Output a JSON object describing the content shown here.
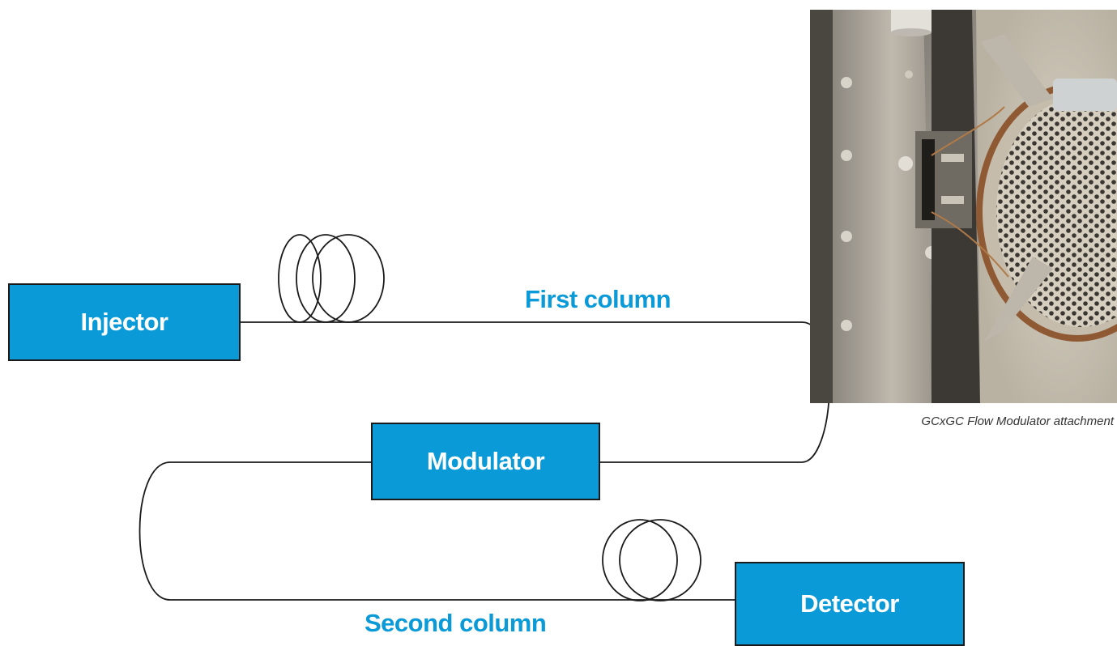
{
  "diagram": {
    "injector_label": "Injector",
    "modulator_label": "Modulator",
    "detector_label": "Detector",
    "first_column_label": "First column",
    "second_column_label": "Second column"
  },
  "photo": {
    "caption": "GCxGC Flow Modulator attachment",
    "subject": "flow-modulator-photo"
  },
  "colors": {
    "box_fill": "#0b9ad8",
    "label_text": "#0b9ad8",
    "line": "#1a1a1a"
  }
}
